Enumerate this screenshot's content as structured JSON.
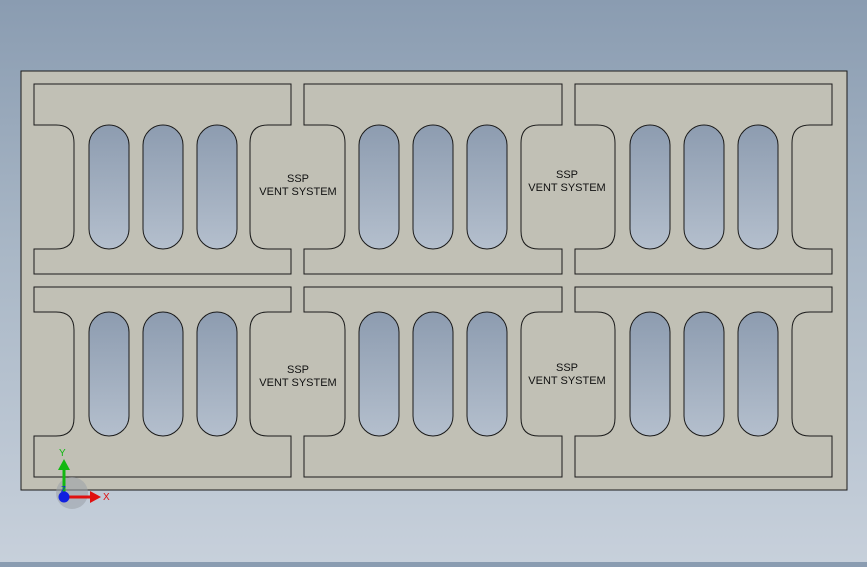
{
  "drawing": {
    "panels": [
      {
        "label_line1": "SSP",
        "label_line2": "VENT SYSTEM"
      },
      {
        "label_line1": "SSP",
        "label_line2": "VENT SYSTEM"
      },
      {
        "label_line1": "SSP",
        "label_line2": "VENT SYSTEM"
      },
      {
        "label_line1": "SSP",
        "label_line2": "VENT SYSTEM"
      }
    ]
  },
  "triad": {
    "x_label": "X",
    "y_label": "Y",
    "z_label": "Z"
  },
  "colors": {
    "plate_fill": "#c1c0b5",
    "edge_stroke": "#1a1a1a",
    "slot_fill": "#a3b0c1",
    "x_axis": "#e01010",
    "y_axis": "#12b812",
    "z_axis": "#1020e0"
  }
}
